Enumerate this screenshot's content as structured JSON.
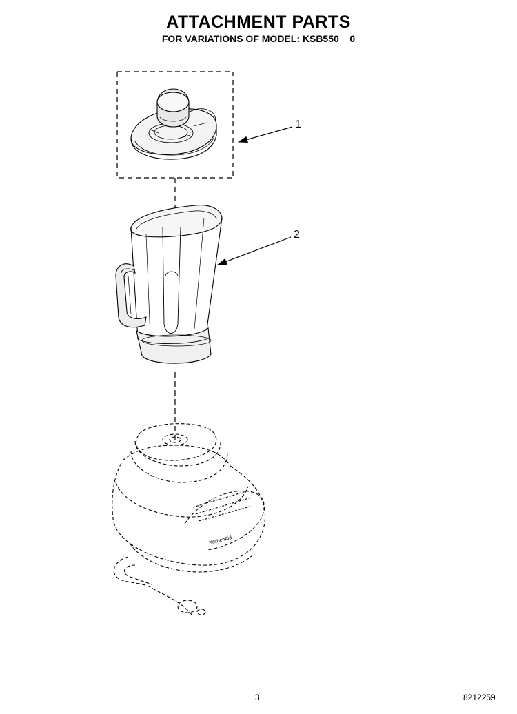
{
  "header": {
    "title": "ATTACHMENT PARTS",
    "subtitle": "FOR VARIATIONS OF MODEL: KSB550__0"
  },
  "callouts": [
    {
      "number": "1"
    },
    {
      "number": "2"
    }
  ],
  "base_badge_text": "KitchenAid",
  "footer": {
    "page_number": "3",
    "doc_number": "8212259"
  }
}
